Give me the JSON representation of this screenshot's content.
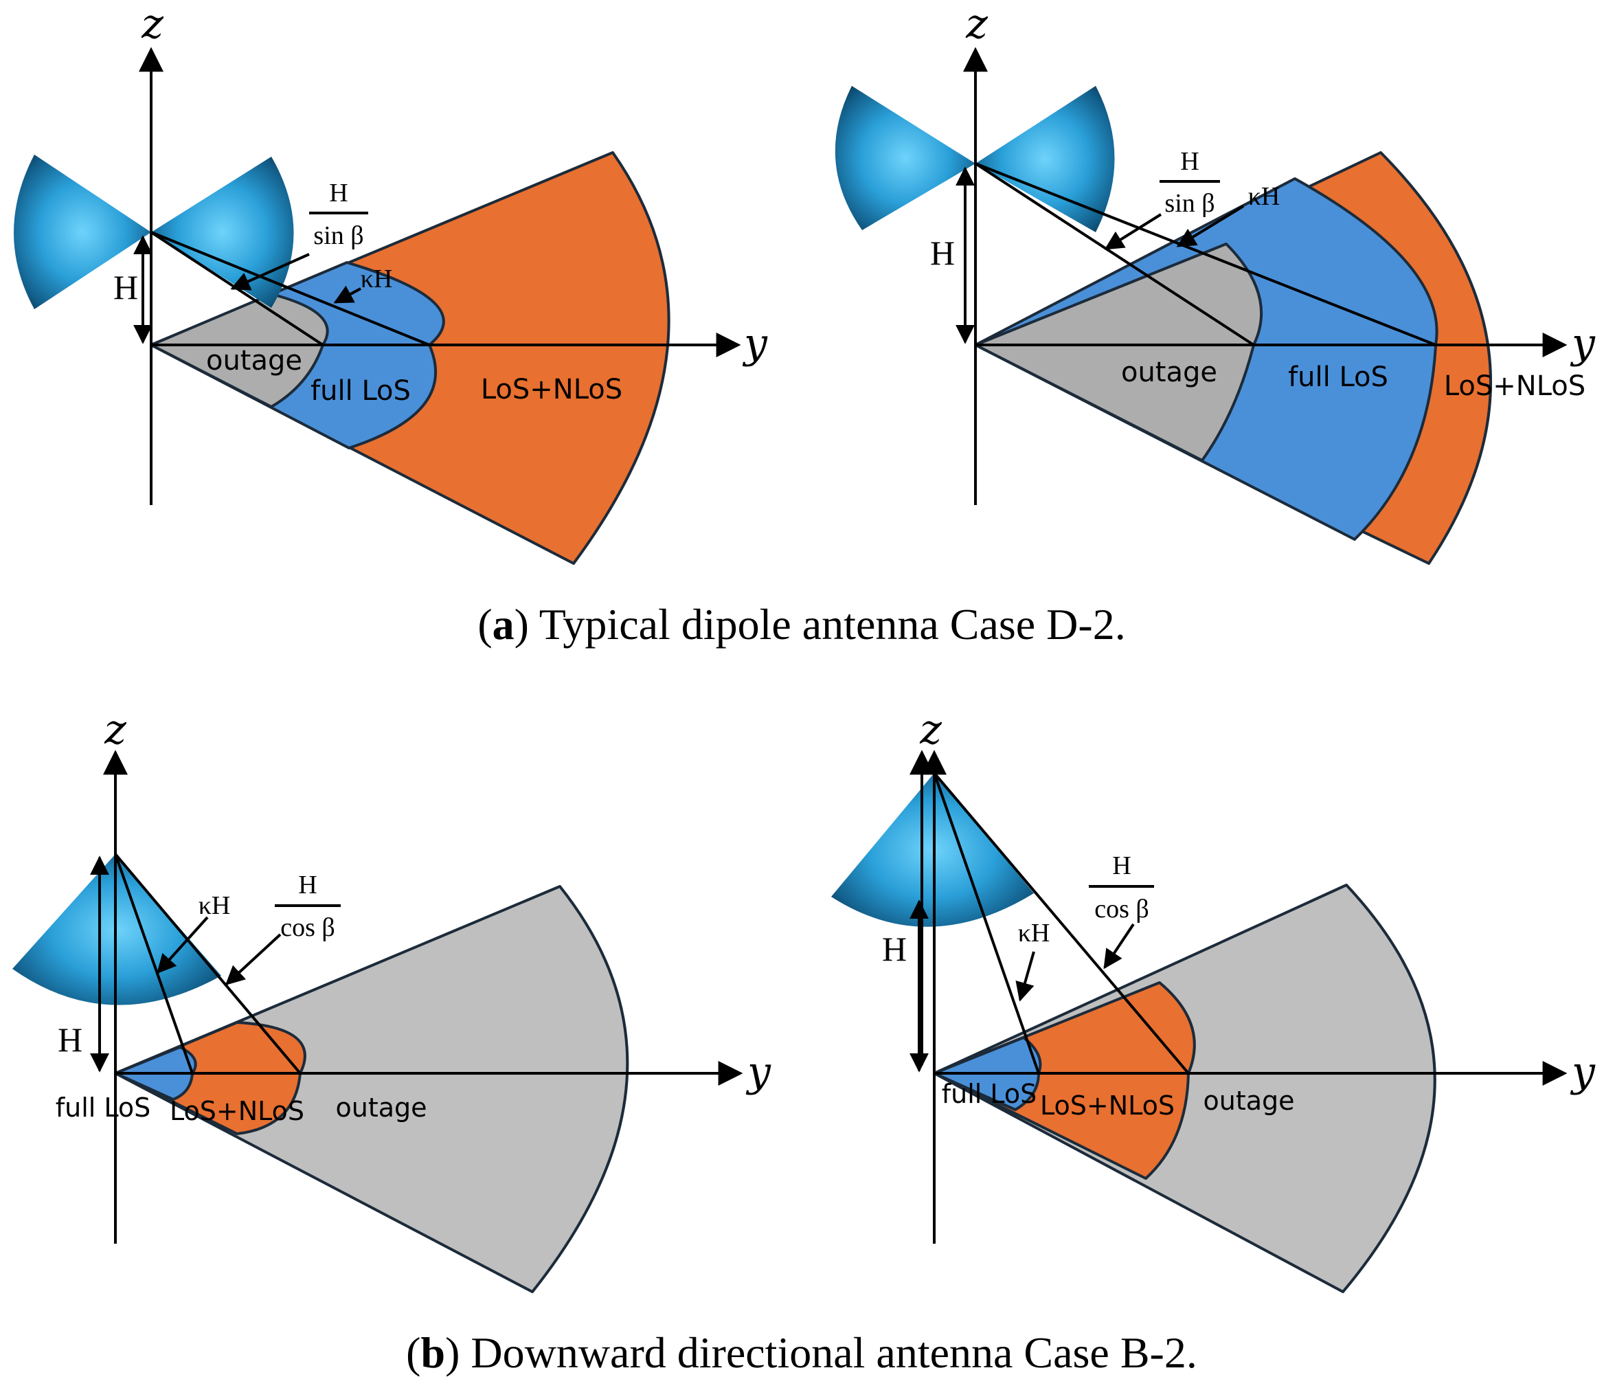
{
  "colors": {
    "outage": "#adadad",
    "outage_light": "#bfbfbf",
    "full_los": "#4a90d9",
    "los_nlos": "#e87030",
    "antenna_light": "#5cc8f5",
    "antenna_dark": "#0b3550",
    "outline": "#1c2b3a"
  },
  "axes": {
    "z": "z",
    "y": "y"
  },
  "symbols": {
    "H": "H",
    "sin_beta": "sin β",
    "cos_beta": "cos β",
    "kappa_H": "κH"
  },
  "regions": {
    "outage": "outage",
    "full_los": "full LoS",
    "los_nlos": "LoS+NLoS"
  },
  "captions": {
    "a_letter": "a",
    "a_text": ") Typical dipole antenna Case D-2.",
    "b_letter": "b",
    "b_text": ") Downward directional antenna Case B-2.",
    "open_paren": "("
  }
}
